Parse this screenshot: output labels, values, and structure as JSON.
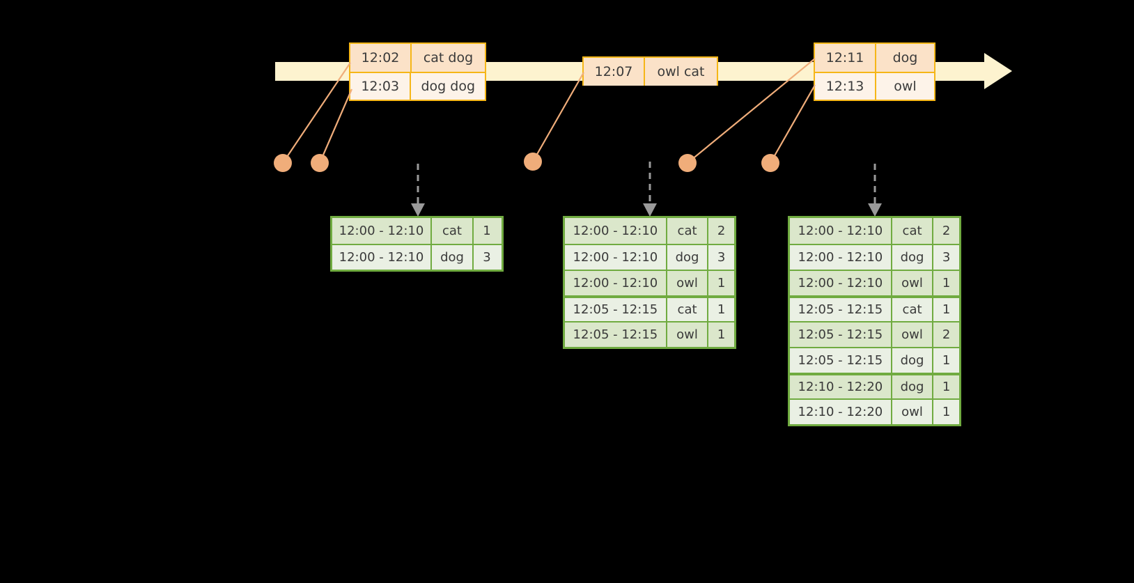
{
  "timeline": {
    "name": "event-timeline",
    "direction": "left-to-right",
    "events": [
      {
        "time": "12:02",
        "words": "cat dog"
      },
      {
        "time": "12:03",
        "words": "dog dog"
      },
      {
        "time": "12:07",
        "words": "owl cat"
      },
      {
        "time": "12:11",
        "words": "dog"
      },
      {
        "time": "12:13",
        "words": "owl"
      }
    ],
    "groups": [
      {
        "id": "group-a",
        "events": [
          0,
          1
        ]
      },
      {
        "id": "group-b",
        "events": [
          2
        ]
      },
      {
        "id": "group-c",
        "events": [
          3,
          4
        ]
      }
    ]
  },
  "tables": [
    {
      "id": "table-1",
      "rows": [
        {
          "window": "12:00 - 12:10",
          "key": "cat",
          "count": "1"
        },
        {
          "window": "12:00 - 12:10",
          "key": "dog",
          "count": "3"
        }
      ]
    },
    {
      "id": "table-2",
      "rows": [
        {
          "window": "12:00 - 12:10",
          "key": "cat",
          "count": "2"
        },
        {
          "window": "12:00 - 12:10",
          "key": "dog",
          "count": "3"
        },
        {
          "window": "12:00 - 12:10",
          "key": "owl",
          "count": "1"
        },
        {
          "window": "12:05 - 12:15",
          "key": "cat",
          "count": "1"
        },
        {
          "window": "12:05 - 12:15",
          "key": "owl",
          "count": "1"
        }
      ]
    },
    {
      "id": "table-3",
      "rows": [
        {
          "window": "12:00 - 12:10",
          "key": "cat",
          "count": "2"
        },
        {
          "window": "12:00 - 12:10",
          "key": "dog",
          "count": "3"
        },
        {
          "window": "12:00 - 12:10",
          "key": "owl",
          "count": "1"
        },
        {
          "window": "12:05 - 12:15",
          "key": "cat",
          "count": "1"
        },
        {
          "window": "12:05 - 12:15",
          "key": "owl",
          "count": "2"
        },
        {
          "window": "12:05 - 12:15",
          "key": "dog",
          "count": "1"
        },
        {
          "window": "12:10 - 12:20",
          "key": "dog",
          "count": "1"
        },
        {
          "window": "12:10 - 12:20",
          "key": "owl",
          "count": "1"
        }
      ]
    }
  ],
  "colors": {
    "background": "#000000",
    "timeline_fill": "#fdf3cf",
    "event_border": "#f5b617",
    "event_fill_shade": "#fbe2c8",
    "event_fill_plain": "#fdf3e9",
    "table_border": "#70ab40",
    "table_fill_alt": "#dbe7cb",
    "table_fill_base": "#eaf0e4",
    "connector": "#f0ad7a",
    "arrow_dashed": "#9a9a9a"
  }
}
